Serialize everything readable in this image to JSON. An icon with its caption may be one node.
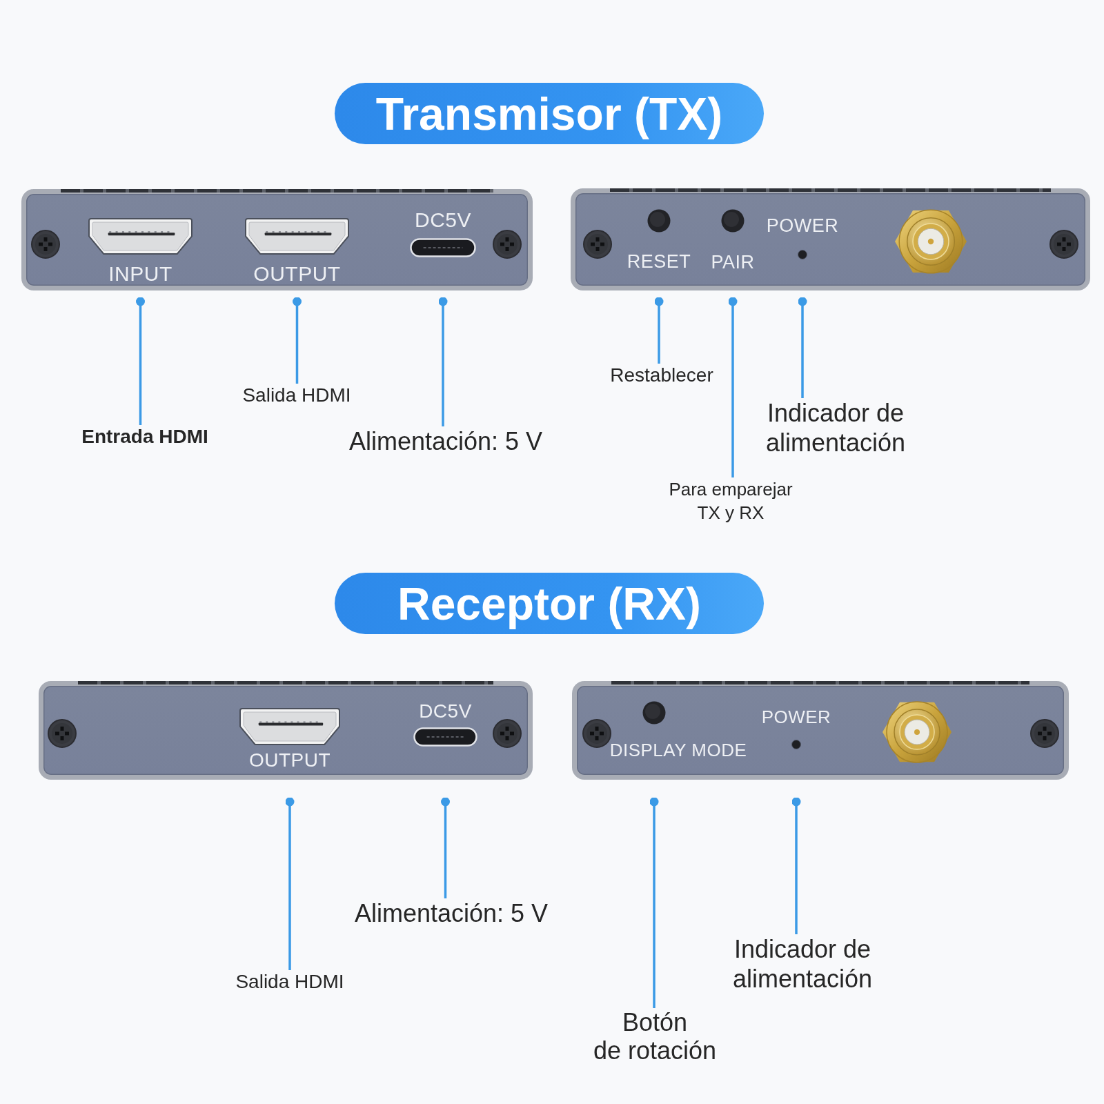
{
  "diagram": {
    "nodes": [
      {
        "text": [
          "Transmisor (TX)"
        ]
      },
      {
        "text": [],
        "shape": "box"
      },
      {
        "text": [
          "INPUT"
        ],
        "in": 1
      },
      {
        "text": [
          "OUTPUT"
        ],
        "in": 1
      },
      {
        "text": [
          "DC5V"
        ],
        "in": 1
      },
      {
        "text": [],
        "shape": "box"
      },
      {
        "text": [
          "RESET"
        ],
        "in": 5
      },
      {
        "text": [
          "PAIR"
        ],
        "in": 5
      },
      {
        "text": [
          "POWER"
        ],
        "in": 5
      },
      {
        "text": [
          "Entrada HDMI"
        ]
      },
      {
        "text": [
          "Salida HDMI"
        ]
      },
      {
        "text": [
          "Alimentación: 5 V"
        ]
      },
      {
        "text": [
          "Restablecer"
        ]
      },
      {
        "text": [
          "Para emparejar TX y RX"
        ]
      },
      {
        "text": [
          "Indicador de alimentación"
        ]
      },
      {
        "text": [
          "Receptor (RX)"
        ]
      },
      {
        "text": [],
        "shape": "box"
      },
      {
        "text": [
          "OUTPUT"
        ],
        "in": 16
      },
      {
        "text": [
          "DC5V"
        ],
        "in": 16
      },
      {
        "text": [],
        "shape": "box"
      },
      {
        "text": [
          "DISPLAY MODE"
        ],
        "in": 19
      },
      {
        "text": [
          "POWER"
        ],
        "in": 19
      },
      {
        "text": [
          "Salida HDMI"
        ]
      },
      {
        "text": [
          "Alimentación: 5 V"
        ]
      },
      {
        "text": [
          "Botón de rotación"
        ]
      },
      {
        "text": [
          "Indicador de alimentación"
        ]
      }
    ],
    "edges": [
      {
        "from": 9,
        "to": 2,
        "arrow": "other"
      },
      {
        "from": 10,
        "to": 3,
        "arrow": "other"
      },
      {
        "from": 11,
        "to": 4,
        "arrow": "other"
      },
      {
        "from": 12,
        "to": 6,
        "arrow": "other"
      },
      {
        "from": 13,
        "to": 7,
        "arrow": "other"
      },
      {
        "from": 14,
        "to": 8,
        "arrow": "other"
      },
      {
        "from": 22,
        "to": 17,
        "arrow": "other"
      },
      {
        "from": 23,
        "to": 18,
        "arrow": "other"
      },
      {
        "from": 24,
        "to": 20,
        "arrow": "other"
      },
      {
        "from": 25,
        "to": 21,
        "arrow": "other"
      }
    ]
  }
}
